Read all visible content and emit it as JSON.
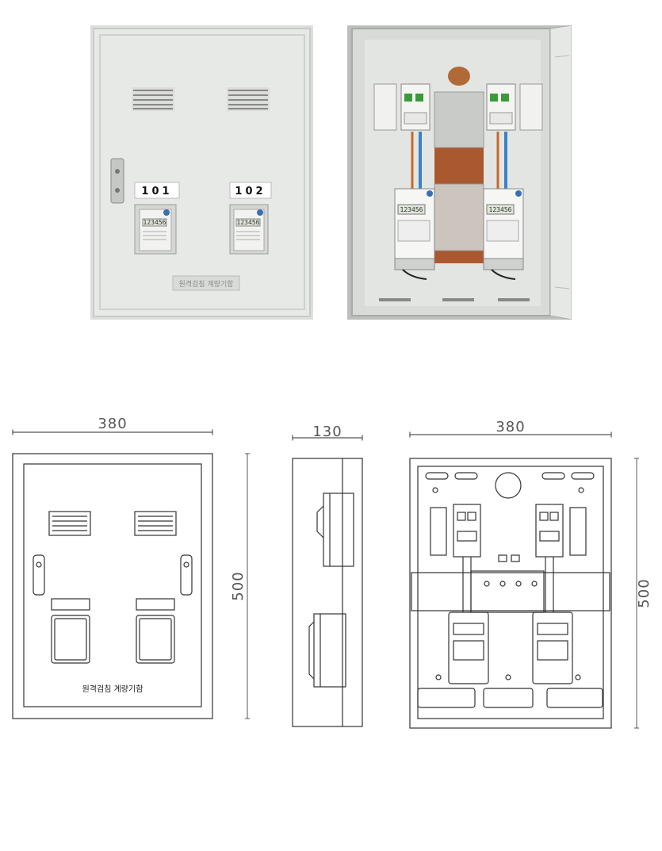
{
  "photos": {
    "closed": {
      "unit_labels": [
        "101",
        "102"
      ],
      "meter_readings": [
        "123456",
        "123456"
      ],
      "door_plate": "원격검침 계량기함"
    },
    "open": {
      "meter_readings": [
        "123456",
        "123456"
      ]
    }
  },
  "drawings": {
    "front": {
      "width_label": "380",
      "height_label": "500",
      "door_plate": "원격검침 계량기함"
    },
    "side": {
      "depth_label": "130"
    },
    "interior": {
      "width_label": "380",
      "height_label": "500"
    }
  },
  "colors": {
    "enclosure_gray": "#e4e6e3",
    "backplate_wood": "#a9582f",
    "cable_blue": "#3b82c4",
    "drawing_line": "#333333"
  }
}
